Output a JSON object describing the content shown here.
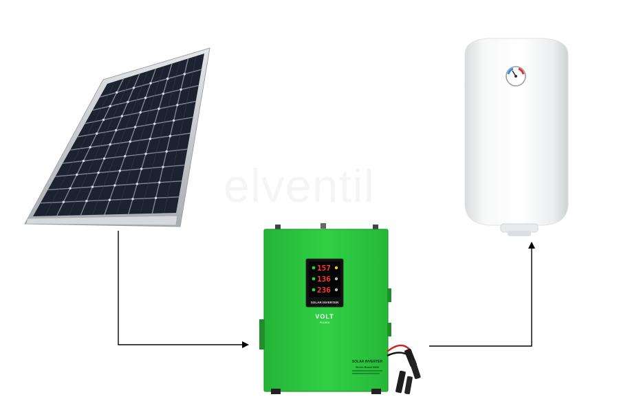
{
  "watermark": "elventil",
  "inverter": {
    "brand": "VOLT",
    "brand_sub": "POLSKA",
    "panel_label": "SOLAR INVERTER",
    "readouts": [
      "157",
      "136",
      "236"
    ],
    "side_title": "SOLAR INVERTER",
    "side_model": "Green Boost 3000"
  },
  "colors": {
    "inverter_body": "#2ecc40",
    "display_digits": "#ff3b2f",
    "arrow": "#000000",
    "panel_cells": "#1c2230",
    "panel_frame": "#c9ccd0",
    "heater_body": "#f2f3f4"
  }
}
